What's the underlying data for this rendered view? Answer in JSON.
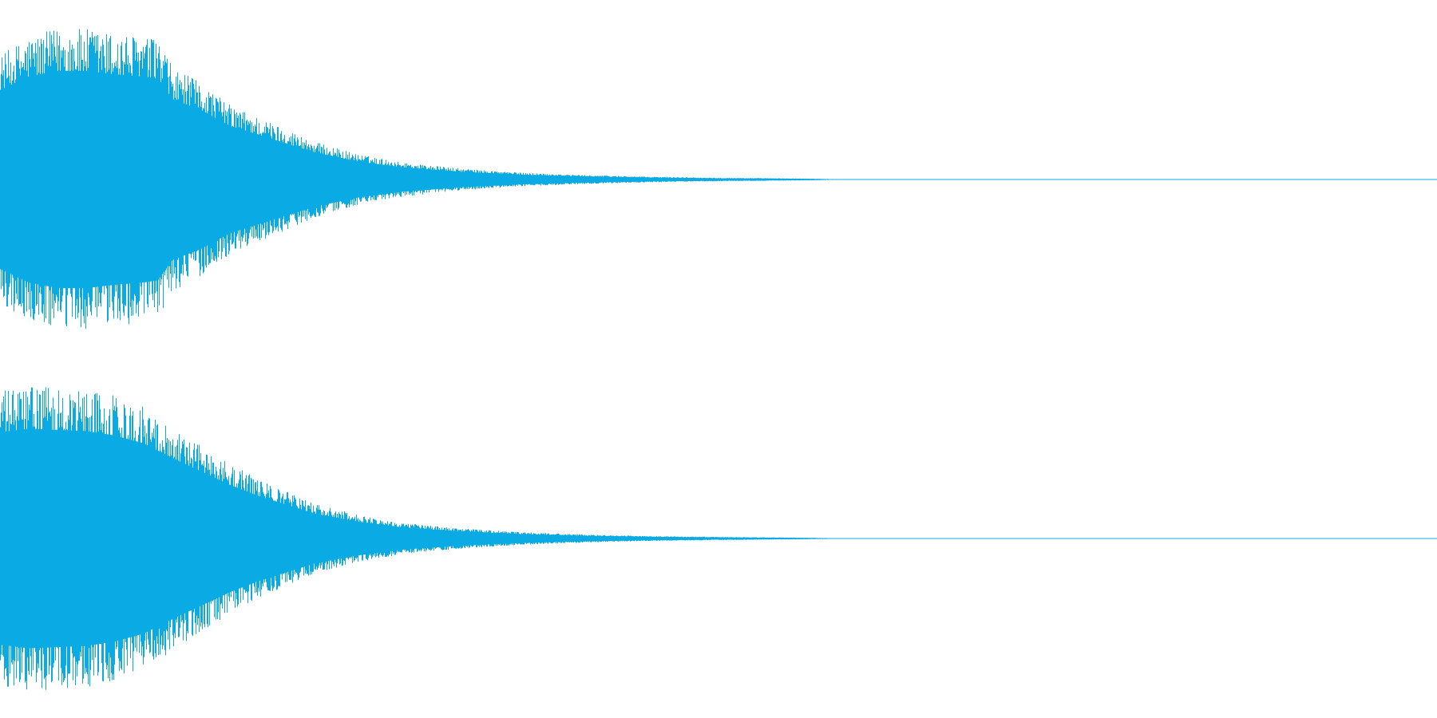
{
  "chart_data": {
    "type": "area",
    "series": [
      {
        "channel": 1,
        "x": [
          0.0,
          0.02,
          0.04,
          0.06,
          0.08,
          0.1,
          0.11,
          0.12,
          0.14,
          0.16,
          0.18,
          0.2,
          0.22,
          0.25,
          0.28,
          0.32,
          0.36,
          0.4,
          0.45,
          0.5,
          0.55,
          0.6,
          0.7,
          0.8,
          0.9,
          1.0
        ],
        "envelope": [
          0.8,
          0.92,
          0.97,
          0.97,
          0.94,
          0.92,
          0.9,
          0.72,
          0.62,
          0.48,
          0.4,
          0.32,
          0.24,
          0.16,
          0.11,
          0.07,
          0.045,
          0.03,
          0.018,
          0.011,
          0.007,
          0.0,
          0.0,
          0.0,
          0.0,
          0.0
        ]
      },
      {
        "channel": 2,
        "x": [
          0.0,
          0.02,
          0.04,
          0.06,
          0.08,
          0.1,
          0.12,
          0.14,
          0.16,
          0.18,
          0.2,
          0.22,
          0.25,
          0.28,
          0.32,
          0.36,
          0.4,
          0.45,
          0.5,
          0.55,
          0.6,
          0.7,
          0.8,
          0.9,
          1.0
        ],
        "envelope": [
          0.95,
          0.98,
          0.97,
          0.96,
          0.92,
          0.85,
          0.72,
          0.6,
          0.48,
          0.38,
          0.3,
          0.22,
          0.15,
          0.1,
          0.065,
          0.042,
          0.027,
          0.016,
          0.01,
          0.006,
          0.0,
          0.0,
          0.0,
          0.0,
          0.0
        ]
      }
    ],
    "xlim": [
      0,
      1
    ],
    "ylim": [
      -1,
      1
    ],
    "grid": false,
    "legend": "none"
  },
  "colors": {
    "waveform": "#0aabe4",
    "background": "#ffffff"
  }
}
